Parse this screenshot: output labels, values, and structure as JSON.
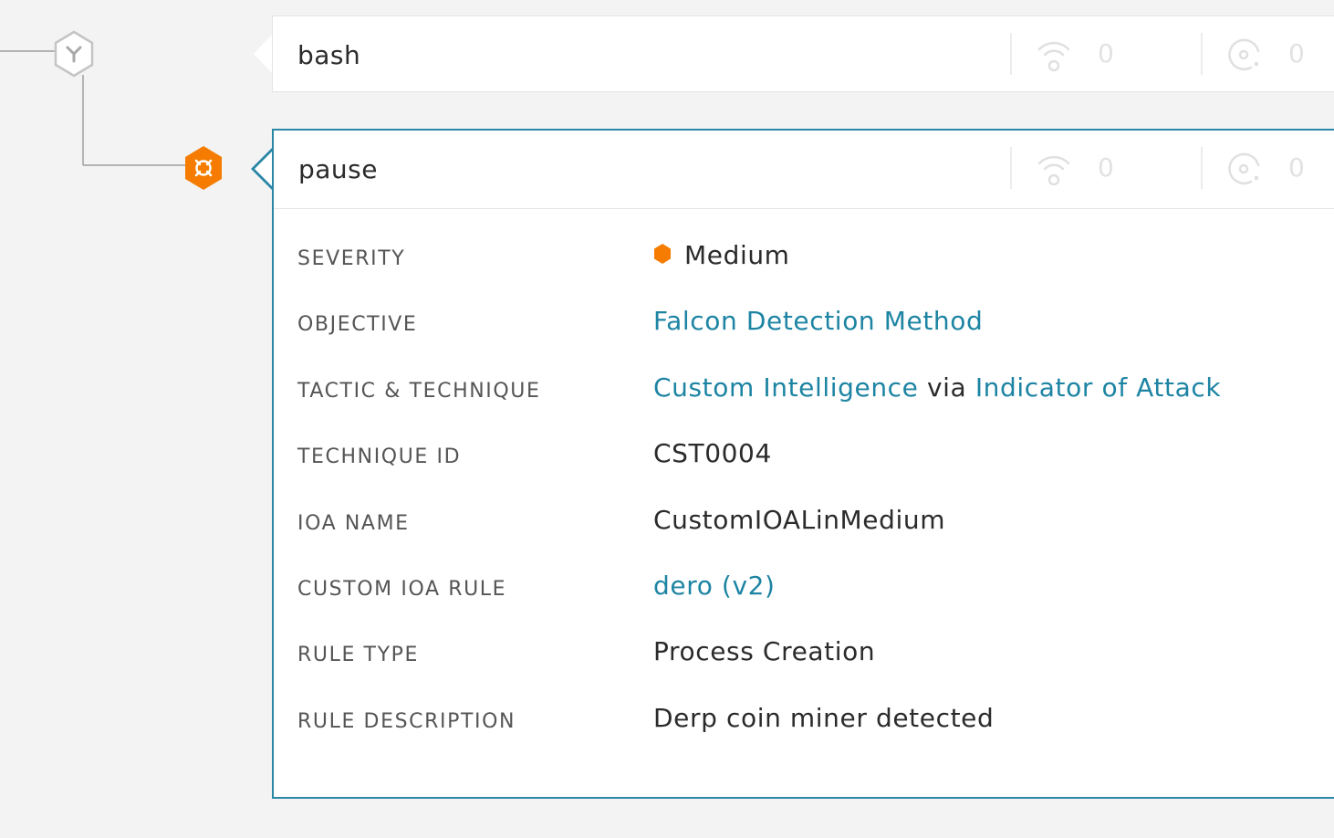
{
  "colors": {
    "accent": "#2a87a6",
    "link": "#1d84a3",
    "severity_medium": "#f57c00",
    "node_gray": "#bdbdbd"
  },
  "tree": {
    "nodes": [
      {
        "name": "bash",
        "icon": "process-hex-icon",
        "network_count": "0",
        "disk_count": "0"
      },
      {
        "name": "pause",
        "icon": "detection-hex-icon",
        "network_count": "0",
        "disk_count": "0"
      }
    ]
  },
  "details": {
    "severity": {
      "label": "SEVERITY",
      "value": "Medium"
    },
    "objective": {
      "label": "OBJECTIVE",
      "value": "Falcon Detection Method"
    },
    "tactic": {
      "label": "TACTIC & TECHNIQUE",
      "tactic": "Custom Intelligence",
      "via": "via",
      "technique": "Indicator of Attack"
    },
    "technique_id": {
      "label": "TECHNIQUE ID",
      "value": "CST0004"
    },
    "ioa_name": {
      "label": "IOA NAME",
      "value": "CustomIOALinMedium"
    },
    "custom_rule": {
      "label": "CUSTOM IOA RULE",
      "value": "dero (v2)"
    },
    "rule_type": {
      "label": "RULE TYPE",
      "value": "Process Creation"
    },
    "rule_description": {
      "label": "RULE DESCRIPTION",
      "value": "Derp coin miner detected"
    }
  }
}
